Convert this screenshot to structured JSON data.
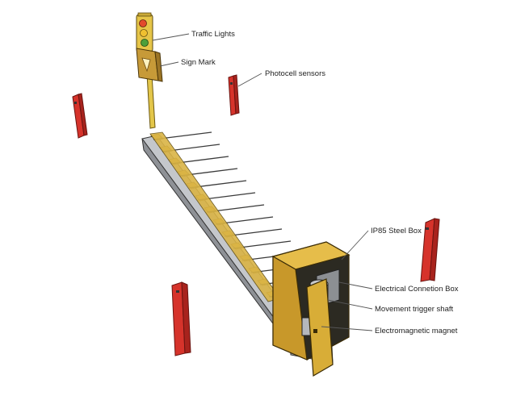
{
  "labels": {
    "traffic_lights": "Traffic Lights",
    "sign_mark": "Sign Mark",
    "photocell_sensors": "Photocell sensors",
    "steel_box": "IP85 Steel Box",
    "connection_box": "Electrical Connetion Box",
    "trigger_shaft": "Movement trigger shaft",
    "magnet": "Electromagnetic magnet"
  },
  "colors": {
    "sensor_red": "#d6332b",
    "steel_gray": "#b9bcc0",
    "box_yellow": "#d4a52f",
    "spike_yellow": "#e0bd47"
  }
}
